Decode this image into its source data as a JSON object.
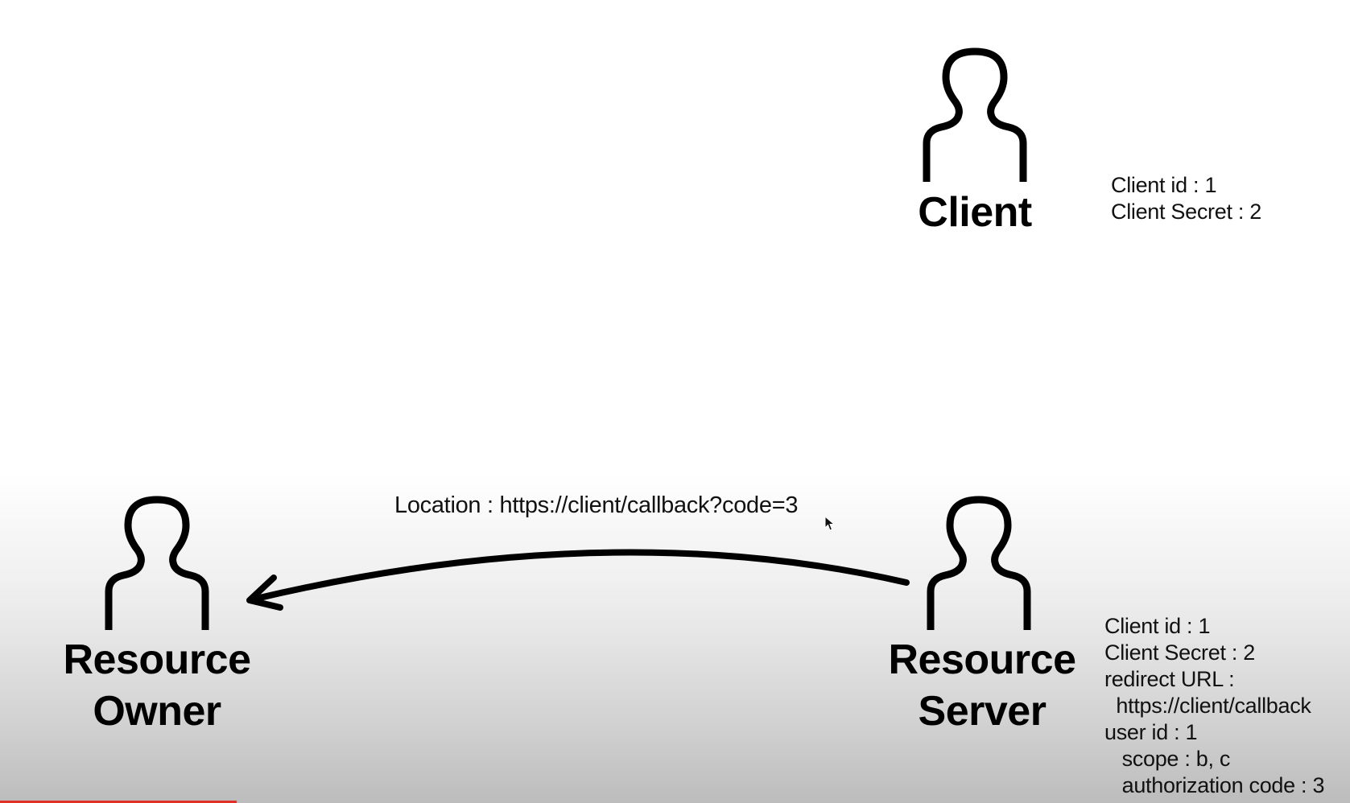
{
  "client": {
    "label": "Client",
    "info": [
      "Client id : 1",
      "Client Secret : 2"
    ]
  },
  "resource_owner": {
    "label_lines": [
      "Resource",
      "Owner"
    ]
  },
  "resource_server": {
    "label_lines": [
      "Resource",
      "Server"
    ],
    "info": [
      "Client id : 1",
      "Client Secret : 2",
      "redirect URL :",
      "  https://client/callback",
      "user id : 1",
      "   scope : b, c",
      "   authorization code : 3"
    ]
  },
  "flow": {
    "label": "Location : https://client/callback?code=3",
    "from": "resource_server",
    "to": "resource_owner"
  },
  "icons": {
    "actor": "person-outline-icon",
    "cursor": "mouse-pointer-icon"
  },
  "colors": {
    "stroke": "#000000",
    "progress": "#e1302a"
  }
}
